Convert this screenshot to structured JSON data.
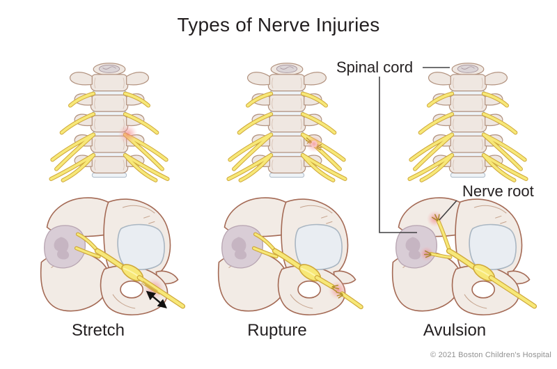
{
  "title": "Types of Nerve Injuries",
  "labels": {
    "spinal_cord": "Spinal cord",
    "nerve_root": "Nerve root"
  },
  "injury_types": [
    {
      "label": "Stretch"
    },
    {
      "label": "Rupture"
    },
    {
      "label": "Avulsion"
    }
  ],
  "footer": {
    "copyright": "© 2021 Boston Children's Hospital"
  },
  "colors": {
    "background": "#ffffff",
    "text": "#231f20",
    "copyright_text": "#8f8f8f",
    "bone_fill": "#f2ebe5",
    "bone_outline_closeup": "#a46a55",
    "bone_outline_spine": "#b2927f",
    "nerve_fill": "#f7e878",
    "nerve_outline": "#cfa83a",
    "disc_fill": "#eef3f7",
    "disc_outline": "#a9b8c6",
    "facet_fill": "#e9edf2",
    "facet_outline": "#a9b6c2",
    "spinal_cord_fill": "#d9cdd6",
    "spinal_cord_outline": "#b7a4b1",
    "injury_glow": "#ef6a6a",
    "pointer_line": "#414042",
    "arrow": "#111111"
  }
}
